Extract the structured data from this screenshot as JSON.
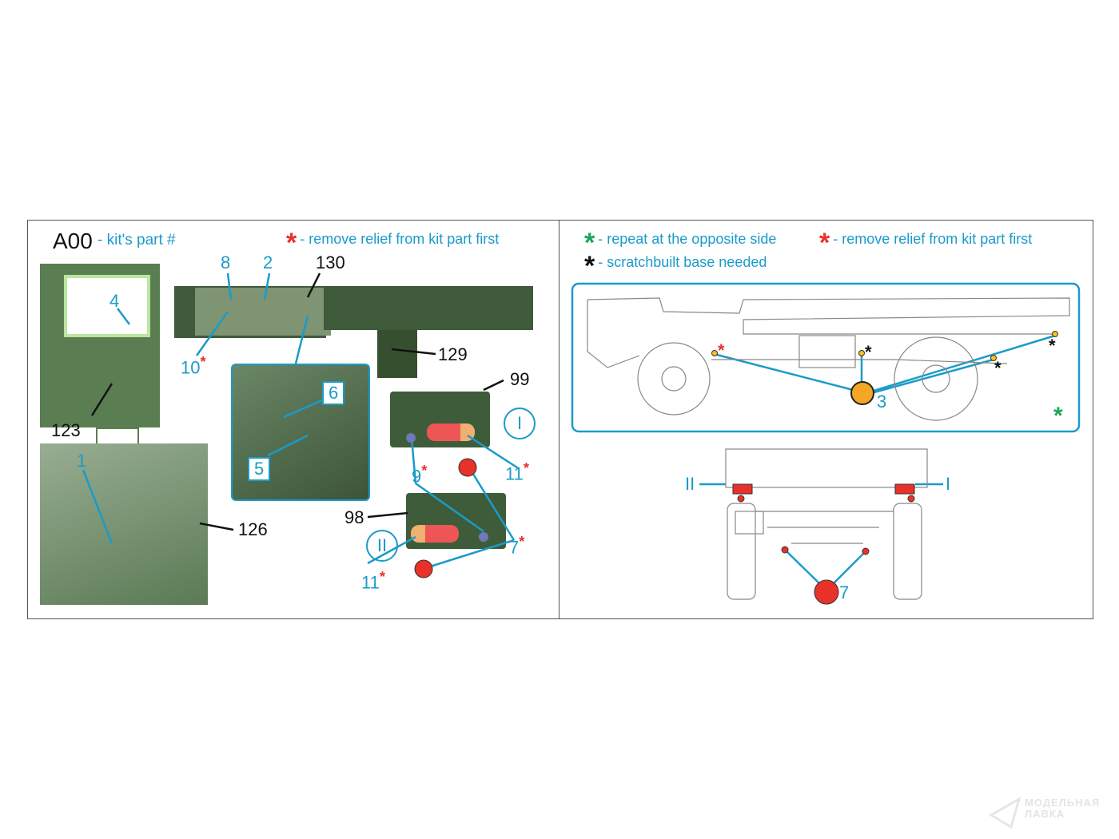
{
  "left_panel": {
    "part_code": "A00",
    "part_code_desc": "- kit's part #",
    "legend_remove": "- remove relief from kit part first",
    "part_numbers": [
      "130",
      "129",
      "99",
      "123",
      "126",
      "98"
    ],
    "callouts": {
      "c8": "8",
      "c2": "2",
      "c4": "4",
      "c10": "10",
      "c6": "6",
      "c5": "5",
      "c1": "1",
      "c9": "9",
      "c11a": "11",
      "c7": "7",
      "c11b": "11"
    },
    "side_marks": {
      "I": "I",
      "II": "II"
    }
  },
  "right_panel": {
    "legend_repeat": "- repeat at the opposite side",
    "legend_remove": "- remove relief from kit part first",
    "legend_scratch": "- scratchbuilt base needed",
    "callouts": {
      "c3": "3",
      "c7": "7",
      "II": "II",
      "I": "I"
    }
  },
  "watermark": {
    "line1": "МОДЕЛЬНАЯ",
    "line2": "ЛАВКА"
  },
  "colors": {
    "blue": "#1a9bc9",
    "red": "#e8312a",
    "green": "#1aa655",
    "olive": "#4f7048"
  }
}
